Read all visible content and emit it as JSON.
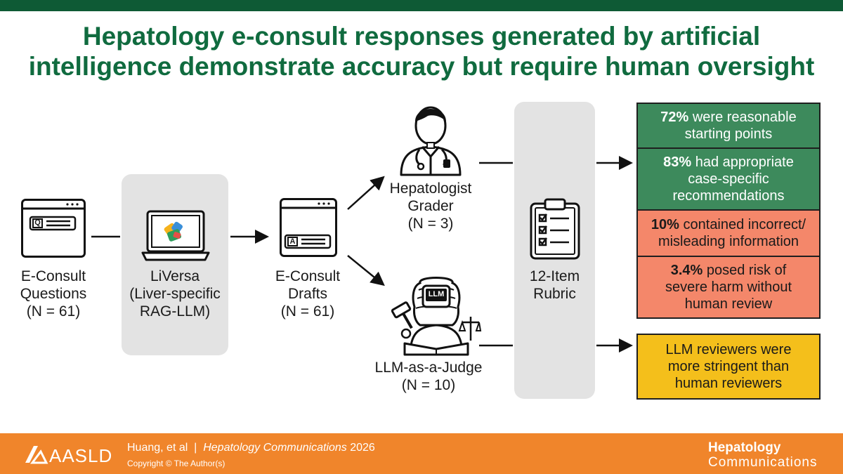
{
  "title": {
    "line1": "Hepatology e-consult responses generated by artificial",
    "line2": "intelligence demonstrate accuracy but require human oversight"
  },
  "questions": {
    "icon_letter": "Q",
    "line1": "E-Consult",
    "line2": "Questions",
    "line3": "(N = 61)"
  },
  "liversa": {
    "line1": "LiVersa",
    "line2": "(Liver-specific",
    "line3": "RAG-LLM)"
  },
  "drafts": {
    "icon_letter": "A",
    "line1": "E-Consult",
    "line2": "Drafts",
    "line3": "(N = 61)"
  },
  "hepatologist": {
    "line1": "Hepatologist",
    "line2": "Grader",
    "line3": "(N = 3)"
  },
  "judge": {
    "badge": "LLM",
    "line1": "LLM-as-a-Judge",
    "line2": "(N = 10)"
  },
  "rubric": {
    "line1": "12-Item",
    "line2": "Rubric"
  },
  "results": [
    {
      "pct": "72%",
      "text1": " were reasonable",
      "text2": "starting points",
      "text3": "",
      "color": "#3d8a5c"
    },
    {
      "pct": "83%",
      "text1": " had appropriate",
      "text2": "case-specific",
      "text3": "recommendations",
      "color": "#3d8a5c"
    },
    {
      "pct": "10%",
      "text1": " contained incorrect/",
      "text2": "misleading information",
      "text3": "",
      "color": "#f4876a"
    },
    {
      "pct": "3.4%",
      "text1": " posed risk of",
      "text2": "severe harm without",
      "text3": "human review",
      "color": "#f4876a"
    }
  ],
  "llm_result": {
    "line1": "LLM reviewers were",
    "line2": "more stringent than",
    "line3": "human reviewers",
    "color": "#f4bf1b"
  },
  "footer": {
    "logo_text": "AASLD",
    "authors": "Huang, et al",
    "separator": "|",
    "journal": "Hepatology Communications",
    "year": "2026",
    "copyright": "Copyright © The Author(s)",
    "brand_line1": "Hepatology",
    "brand_line2": "Communications"
  },
  "colors": {
    "brand_green": "#106b3f",
    "footer_orange": "#f0852b"
  }
}
